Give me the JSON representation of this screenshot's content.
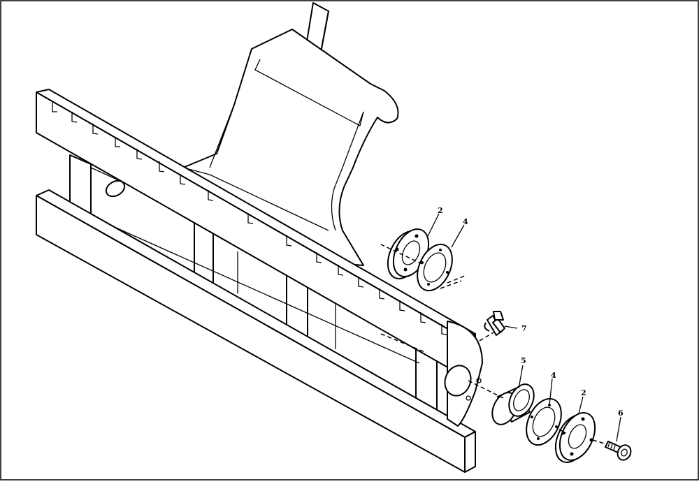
{
  "diagram": {
    "callouts": [
      {
        "id": "c2a",
        "label": "2"
      },
      {
        "id": "c4a",
        "label": "4"
      },
      {
        "id": "c7",
        "label": "7"
      },
      {
        "id": "c5",
        "label": "5"
      },
      {
        "id": "c4b",
        "label": "4"
      },
      {
        "id": "c2b",
        "label": "2"
      },
      {
        "id": "c6",
        "label": "6"
      }
    ]
  }
}
